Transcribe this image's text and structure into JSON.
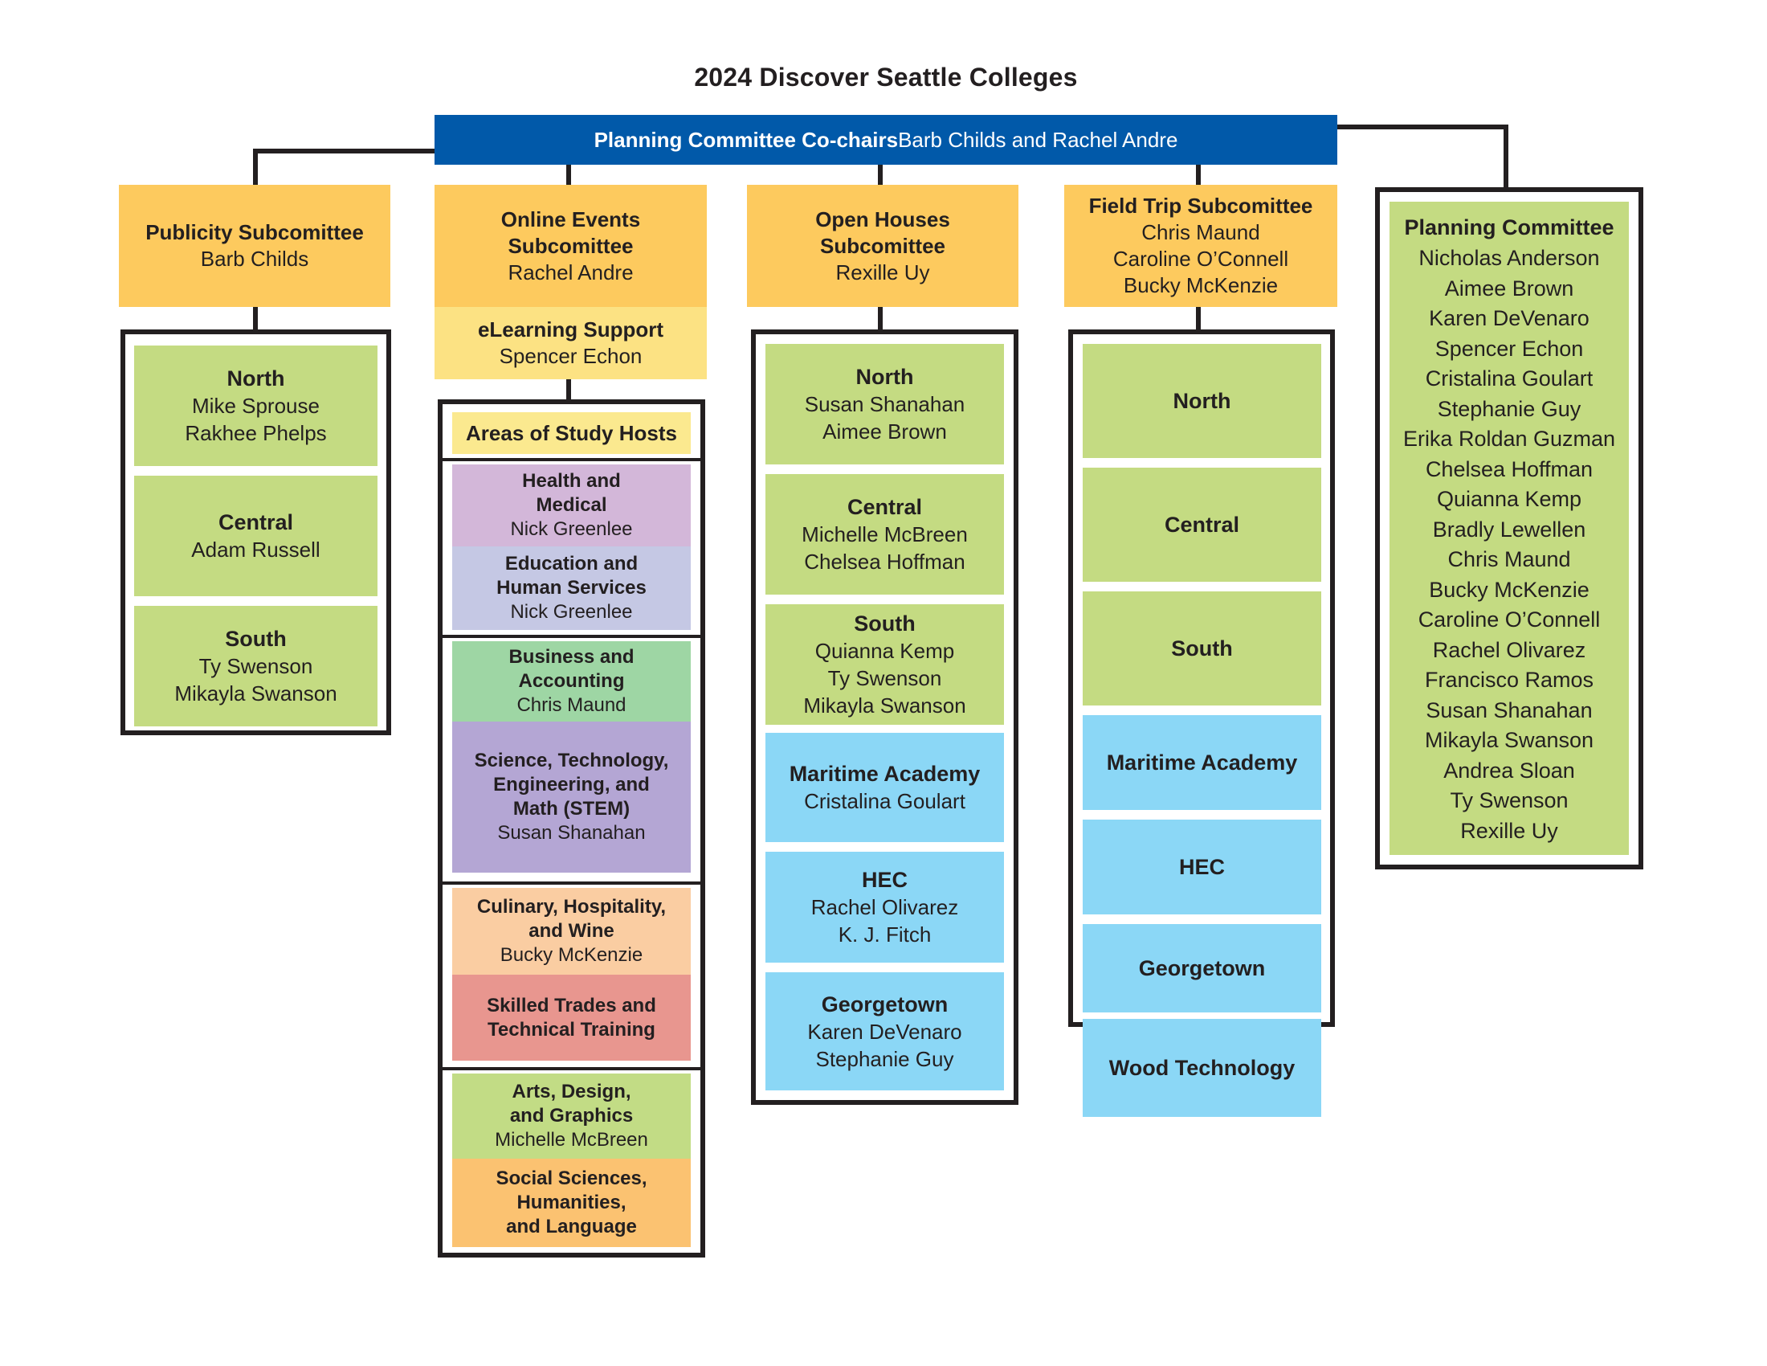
{
  "title": "2024 Discover Seattle Colleges",
  "banner": {
    "role": "Planning Committee Co-chairs",
    "names": " Barb Childs and Rachel Andre"
  },
  "colors": {
    "banner_blue": "#0159A9",
    "header_orange": "#FDCA5E",
    "elearning_yellow": "#FCE283",
    "areas_header_yellow": "#FBE98F",
    "region_green": "#C4DB82",
    "campus_blue": "#8BD7F6",
    "health_mauve": "#D3B7D9",
    "education_periwinkle": "#C5C8E4",
    "business_green": "#9ED6A4",
    "stem_purple": "#B4A6D4",
    "culinary_peach": "#FACDA2",
    "skilled_salmon": "#E8968F",
    "arts_green": "#C2DC85",
    "social_orange": "#FBC271",
    "connector_black": "#231F20"
  },
  "publicity": {
    "title": [
      "Publicity Subcomittee"
    ],
    "members": [
      "Barb Childs"
    ],
    "regions": [
      {
        "title": [
          "North"
        ],
        "members": [
          "Mike Sprouse",
          "Rakhee Phelps"
        ]
      },
      {
        "title": [
          "Central"
        ],
        "members": [
          "Adam Russell"
        ]
      },
      {
        "title": [
          "South"
        ],
        "members": [
          "Ty Swenson",
          "Mikayla Swanson"
        ]
      }
    ]
  },
  "online": {
    "title": [
      "Online Events",
      "Subcomittee"
    ],
    "members": [
      "Rachel Andre"
    ],
    "elearning": {
      "title": [
        "eLearning Support"
      ],
      "members": [
        "Spencer Echon"
      ]
    },
    "areas_header": "Areas of Study Hosts",
    "areas": [
      {
        "title": [
          "Health and",
          "Medical"
        ],
        "members": [
          "Nick Greenlee"
        ]
      },
      {
        "title": [
          "Education and",
          "Human Services"
        ],
        "members": [
          "Nick Greenlee"
        ]
      },
      {
        "title": [
          "Business and",
          "Accounting"
        ],
        "members": [
          "Chris Maund"
        ]
      },
      {
        "title": [
          "Science, Technology,",
          "Engineering, and",
          "Math (STEM)"
        ],
        "members": [
          "Susan Shanahan"
        ]
      },
      {
        "title": [
          "Culinary, Hospitality,",
          "and Wine"
        ],
        "members": [
          "Bucky McKenzie"
        ]
      },
      {
        "title": [
          "Skilled Trades and",
          "Technical Training"
        ],
        "members": []
      },
      {
        "title": [
          "Arts, Design,",
          "and Graphics"
        ],
        "members": [
          "Michelle McBreen"
        ]
      },
      {
        "title": [
          "Social Sciences,",
          "Humanities,",
          "and Language"
        ],
        "members": []
      }
    ]
  },
  "open_houses": {
    "title": [
      "Open Houses",
      "Subcomittee"
    ],
    "members": [
      "Rexille Uy"
    ],
    "regions": [
      {
        "title": [
          "North"
        ],
        "members": [
          "Susan Shanahan",
          "Aimee Brown"
        ]
      },
      {
        "title": [
          "Central"
        ],
        "members": [
          "Michelle McBreen",
          "Chelsea Hoffman"
        ]
      },
      {
        "title": [
          "South"
        ],
        "members": [
          "Quianna Kemp",
          "Ty Swenson",
          "Mikayla Swanson"
        ]
      }
    ],
    "campuses": [
      {
        "title": [
          "Maritime Academy"
        ],
        "members": [
          "Cristalina Goulart"
        ]
      },
      {
        "title": [
          "HEC"
        ],
        "members": [
          "Rachel Olivarez",
          "K. J. Fitch"
        ]
      },
      {
        "title": [
          "Georgetown"
        ],
        "members": [
          "Karen DeVenaro",
          "Stephanie Guy"
        ]
      }
    ]
  },
  "field_trip": {
    "title": [
      "Field Trip Subcomittee"
    ],
    "members": [
      "Chris Maund",
      "Caroline O’Connell",
      "Bucky McKenzie"
    ],
    "regions": [
      {
        "title": [
          "North"
        ],
        "members": []
      },
      {
        "title": [
          "Central"
        ],
        "members": []
      },
      {
        "title": [
          "South"
        ],
        "members": []
      }
    ],
    "campuses": [
      {
        "title": [
          "Maritime Academy"
        ],
        "members": []
      },
      {
        "title": [
          "HEC"
        ],
        "members": []
      },
      {
        "title": [
          "Georgetown"
        ],
        "members": []
      },
      {
        "title": [
          "Wood Technology"
        ],
        "members": []
      }
    ]
  },
  "planning": {
    "title": "Planning Committee",
    "members": [
      "Nicholas Anderson",
      "Aimee Brown",
      "Karen DeVenaro",
      "Spencer Echon",
      "Cristalina Goulart",
      "Stephanie Guy",
      "Erika Roldan Guzman",
      "Chelsea Hoffman",
      "Quianna Kemp",
      "Bradly Lewellen",
      "Chris Maund",
      "Bucky McKenzie",
      "Caroline O’Connell",
      "Rachel Olivarez",
      "Francisco Ramos",
      "Susan Shanahan",
      "Mikayla Swanson",
      "Andrea Sloan",
      "Ty Swenson",
      "Rexille Uy"
    ]
  }
}
